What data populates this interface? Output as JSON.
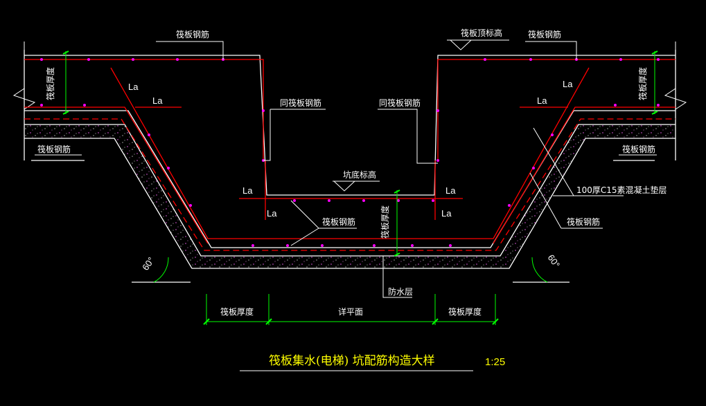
{
  "labels": {
    "raft_rebar_top_left": "筏板钢筋",
    "raft_top_elevation": "筏板顶标高",
    "raft_rebar_top_right": "筏板钢筋",
    "raft_thickness_left": "筏板厚度",
    "raft_thickness_right": "筏板厚度",
    "same_raft_rebar_left": "同筏板钢筋",
    "same_raft_rebar_right": "同筏板钢筋",
    "pit_bottom_elevation": "坑底标高",
    "raft_rebar_lower_left": "筏板钢筋",
    "raft_rebar_lower_right": "筏板钢筋",
    "raft_rebar_bottom": "筏板钢筋",
    "pit_thickness": "筏板厚度",
    "cushion_layer": "100厚C15素混凝土垫层",
    "raft_rebar_slope_right": "筏板钢筋",
    "waterproof_layer": "防水层"
  },
  "la_marks": {
    "la1": "La",
    "la2": "La",
    "la3": "La",
    "la4": "La",
    "la5": "La",
    "la6": "La",
    "la7": "La",
    "la8": "La"
  },
  "angles": {
    "left": "60°",
    "right": "60°"
  },
  "dimensions": {
    "left": "筏板厚度",
    "center": "详平面",
    "right": "筏板厚度"
  },
  "title": {
    "text": "筏板集水(电梯) 坑配筋构造大样",
    "scale": "1:25"
  },
  "colors": {
    "background": "#000000",
    "concrete": "#ffffff",
    "rebar": "#ff0000",
    "dim_line": "#00ff00",
    "title": "#ffff00",
    "rebar_dot": "#ff00ff"
  }
}
